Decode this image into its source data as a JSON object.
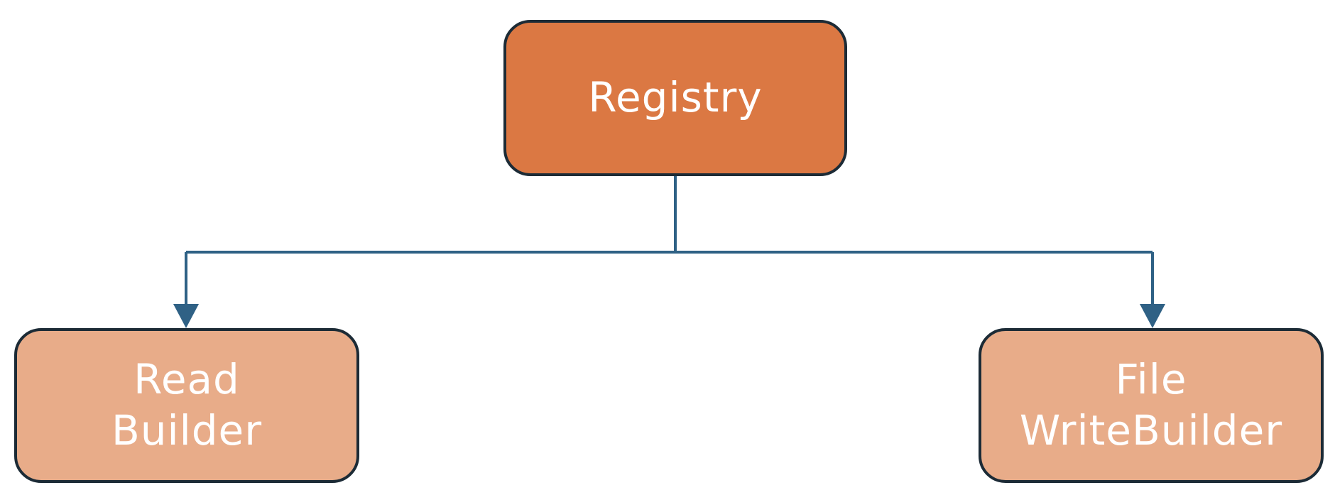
{
  "diagram": {
    "nodes": {
      "root": {
        "lines": [
          "Registry"
        ],
        "fill": "#db7843"
      },
      "left": {
        "lines": [
          "Read",
          "Builder"
        ],
        "fill": "#e8ac89"
      },
      "right": {
        "lines": [
          "File",
          "WriteBuilder"
        ],
        "fill": "#e8ac89"
      }
    },
    "edges": [
      {
        "from": "Registry",
        "to": "Read Builder"
      },
      {
        "from": "Registry",
        "to": "File WriteBuilder"
      }
    ],
    "colors": {
      "connector": "#2f6185",
      "border": "#1c2b36",
      "text": "#ffffff"
    }
  }
}
